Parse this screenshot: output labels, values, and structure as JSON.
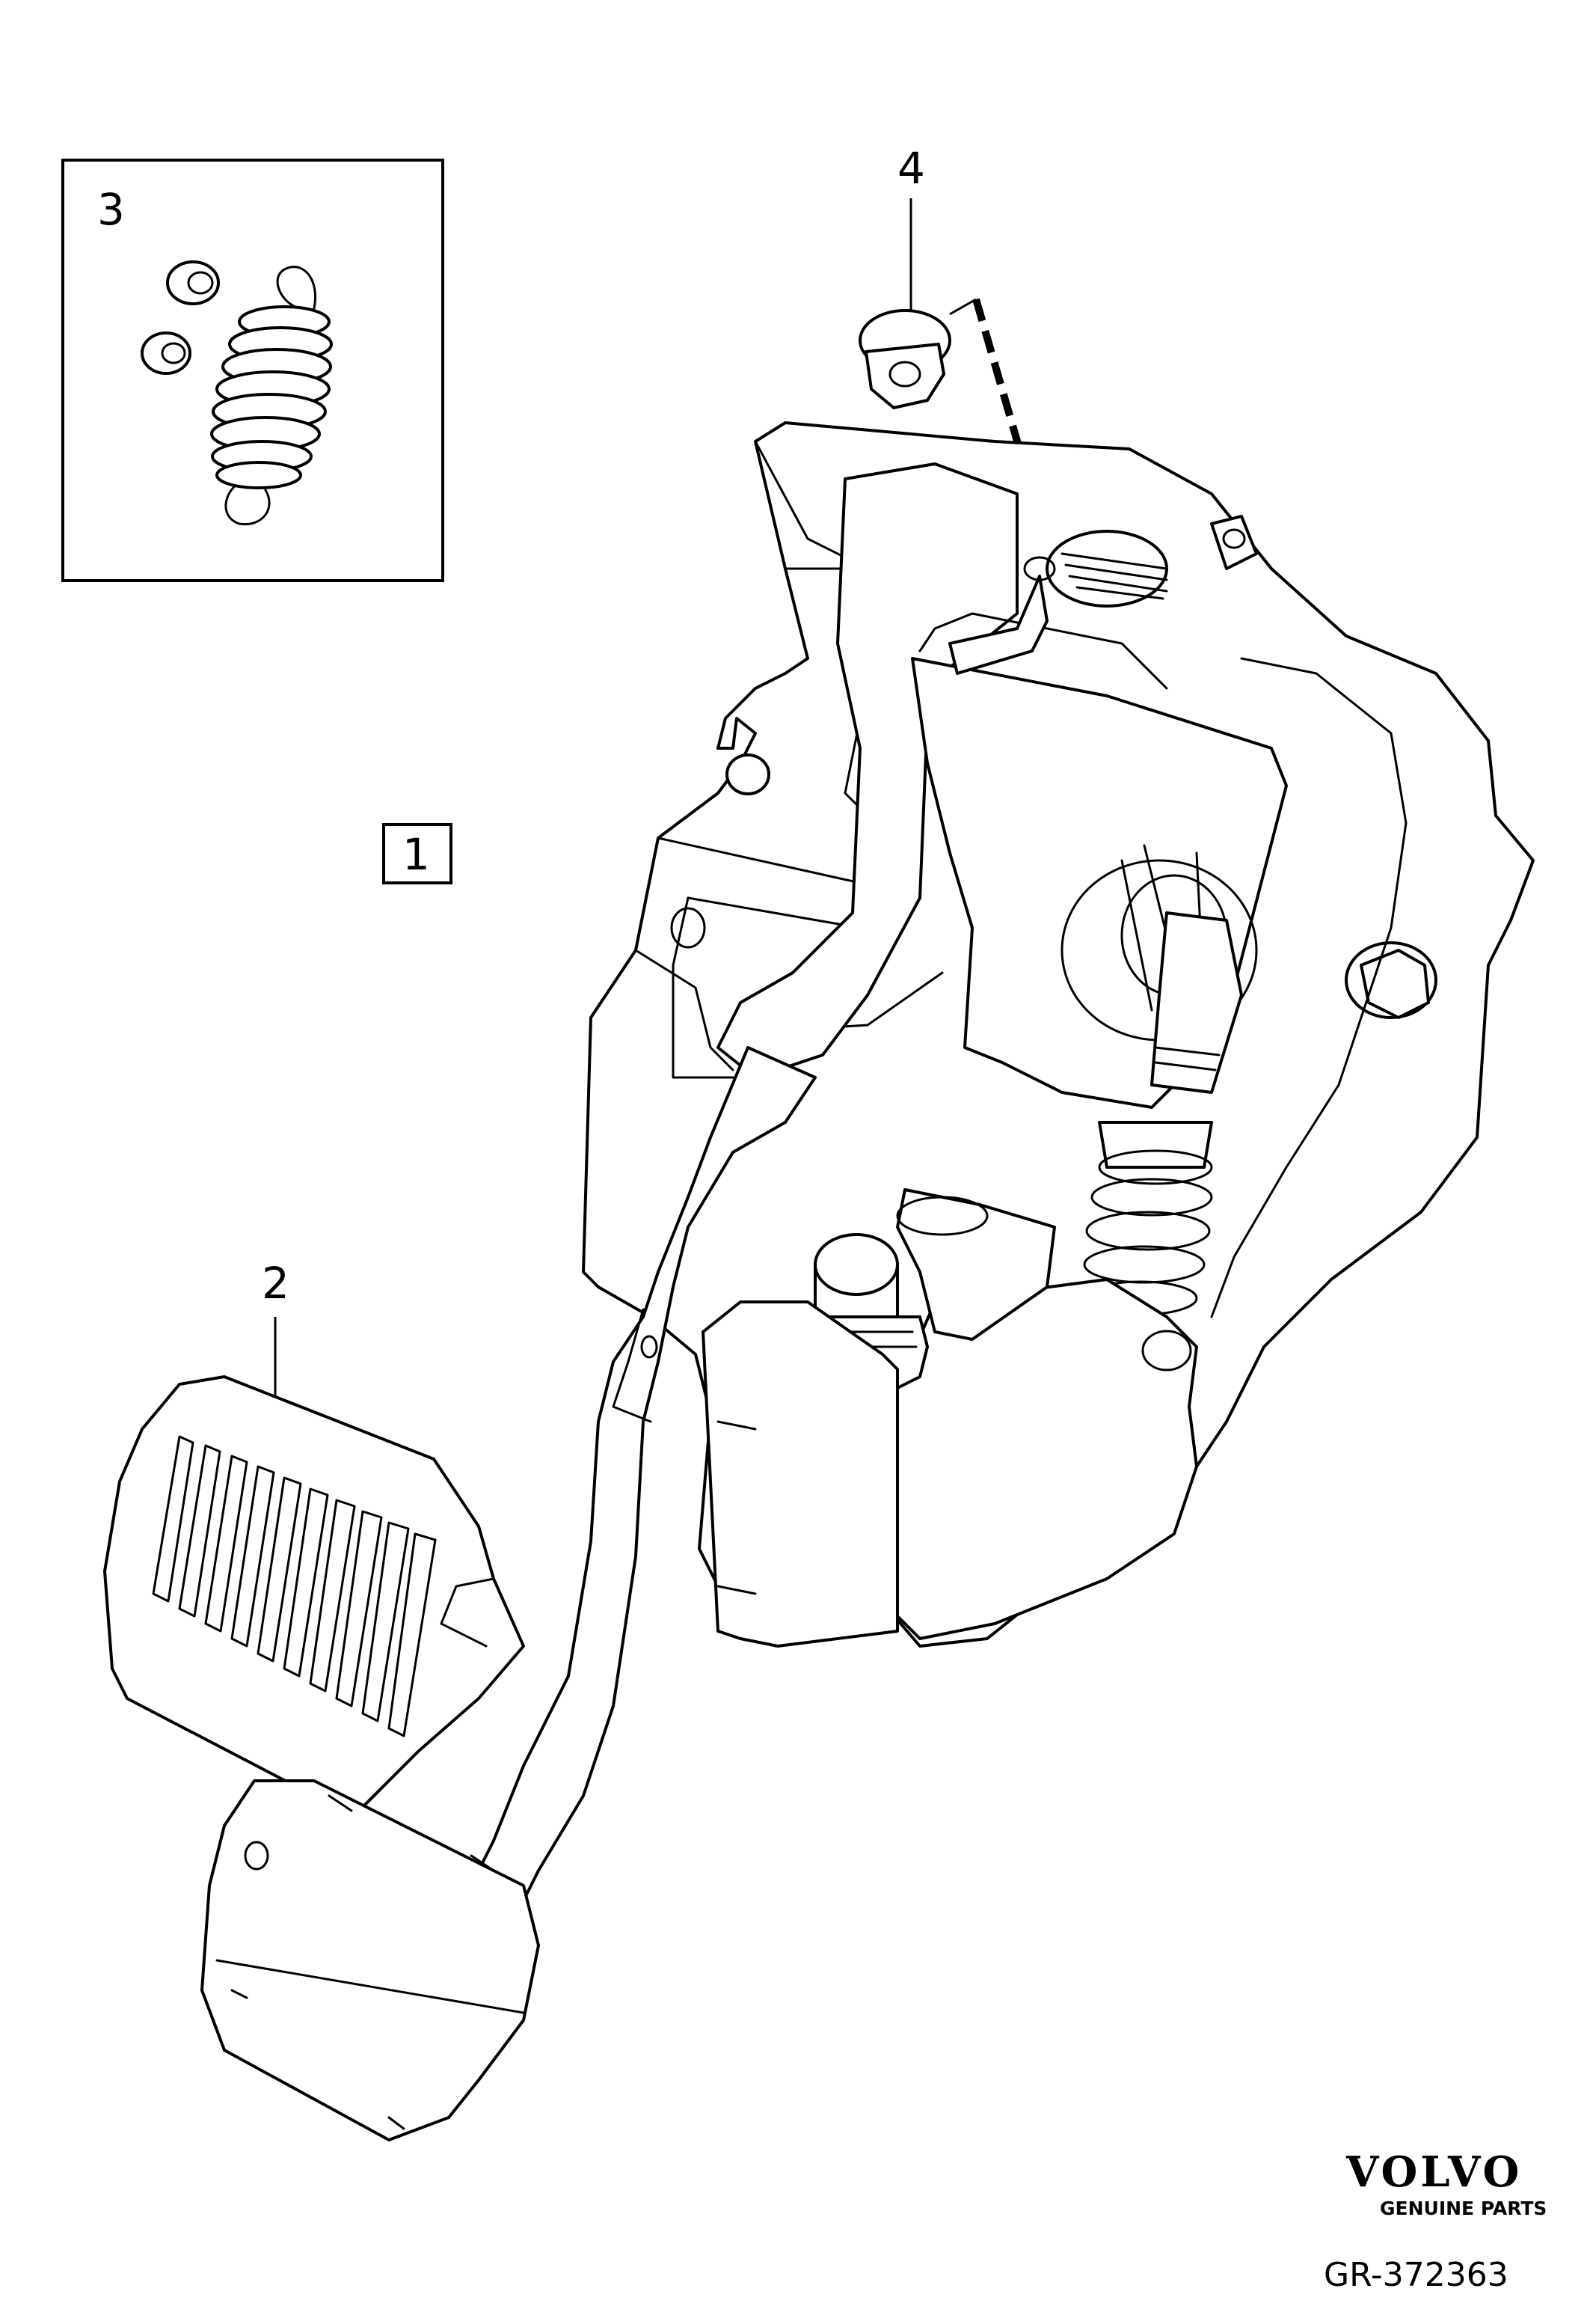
{
  "callouts": {
    "c1": "1",
    "c2": "2",
    "c3": "3",
    "c4": "4"
  },
  "brand": {
    "name": "VOLVO",
    "tagline": "GENUINE PARTS"
  },
  "diagram_id": "GR-372363"
}
